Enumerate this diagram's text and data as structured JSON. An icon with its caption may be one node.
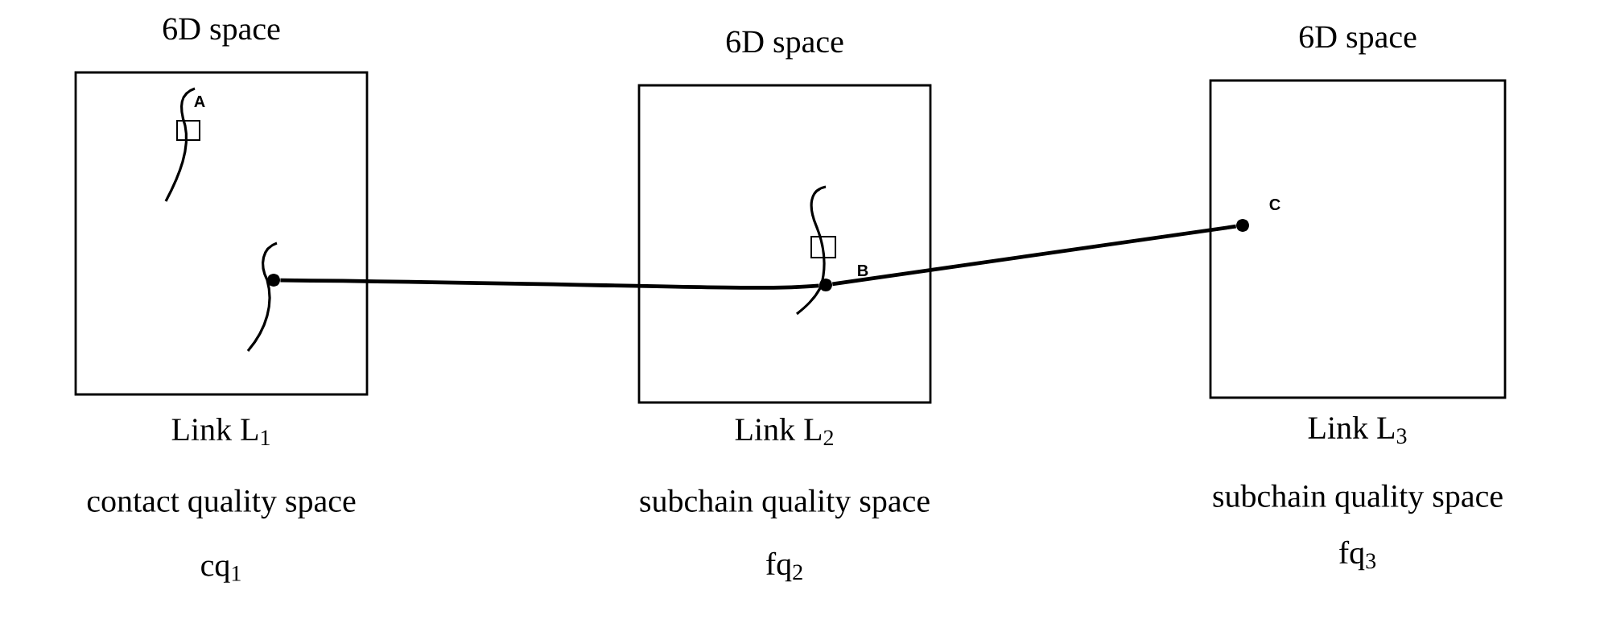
{
  "diagram": {
    "nodes": [
      {
        "text": [
          "6D space"
        ],
        "beside": [
          "Link L$_{1}$",
          "contact quality space",
          "cq$_{1}$"
        ]
      },
      {
        "text": [
          "6D space"
        ],
        "beside": [
          "Link L$_{2}$",
          "subchain quality space",
          "fq$_{2}$"
        ]
      },
      {
        "text": [
          "6D space"
        ],
        "beside": [
          "Link L$_{3}$",
          "subchain quality space",
          "fq$_{3}$"
        ]
      },
      {
        "text": [],
        "shape": "circle",
        "in": 0
      },
      {
        "text": [],
        "shape": "circle",
        "in": 1
      },
      {
        "text": [],
        "shape": "circle",
        "in": 2
      }
    ],
    "edges": [
      {
        "from": 3,
        "to": 4,
        "arrow": "none"
      },
      {
        "from": 4,
        "to": 5,
        "arrow": "none"
      }
    ],
    "labels": [
      "A",
      "B",
      "C"
    ]
  }
}
